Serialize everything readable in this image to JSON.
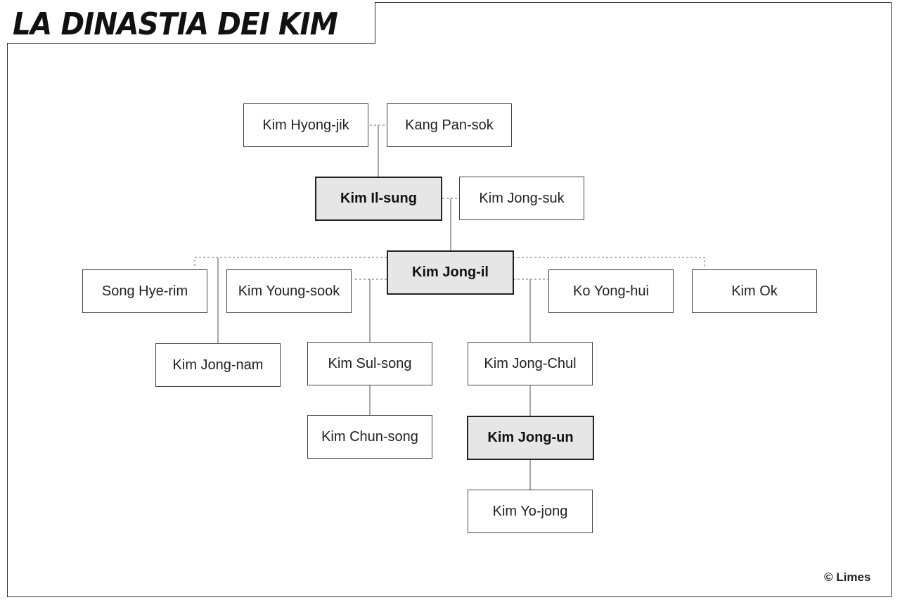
{
  "title": "LA DINASTIA DEI KIM",
  "credit": "© Limes",
  "nodes": {
    "kim_hyong_jik": "Kim Hyong-jik",
    "kang_pan_sok": "Kang Pan-sok",
    "kim_il_sung": "Kim Il-sung",
    "kim_jong_suk": "Kim Jong-suk",
    "kim_jong_il": "Kim Jong-il",
    "song_hye_rim": "Song Hye-rim",
    "kim_young_sook": "Kim Young-sook",
    "ko_yong_hui": "Ko Yong-hui",
    "kim_ok": "Kim Ok",
    "kim_jong_nam": "Kim Jong-nam",
    "kim_sul_song": "Kim Sul-song",
    "kim_jong_chul": "Kim Jong-Chul",
    "kim_chun_song": "Kim Chun-song",
    "kim_jong_un": "Kim Jong-un",
    "kim_yo_jong": "Kim Yo-jong"
  },
  "highlighted": [
    "kim_il_sung",
    "kim_jong_il",
    "kim_jong_un"
  ],
  "colors": {
    "highlight_fill": "#e6e6e6",
    "line": "#888888"
  }
}
